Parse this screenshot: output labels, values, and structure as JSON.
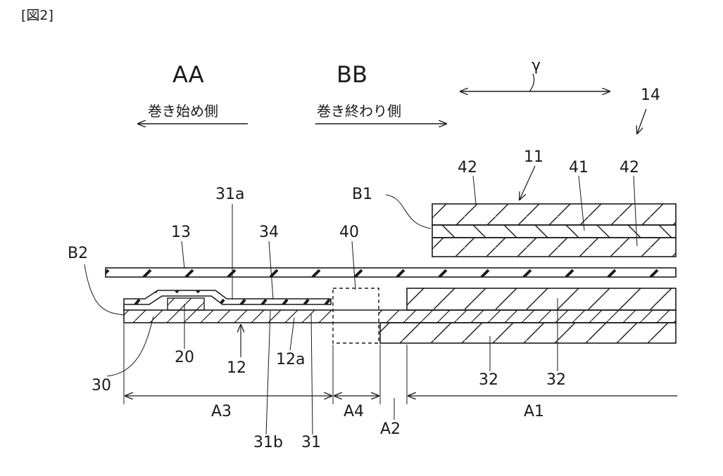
{
  "figure": {
    "caption": "[図2]"
  },
  "direction": {
    "aa": {
      "code": "AA",
      "text": "巻き始め側"
    },
    "bb": {
      "code": "BB",
      "text": "巻き終わり側"
    },
    "gamma": "γ"
  },
  "labels": {
    "n14": "14",
    "n11": "11",
    "n42_left": "42",
    "n41": "41",
    "n42_right": "42",
    "b1": "B1",
    "b2": "B2",
    "n13": "13",
    "n31a": "31a",
    "n34": "34",
    "n40": "40",
    "n30": "30",
    "n20": "20",
    "n12": "12",
    "n12a": "12a",
    "n32_left": "32",
    "n32_right": "32",
    "n31b": "31b",
    "n31": "31",
    "a1": "A1",
    "a2": "A2",
    "a3": "A3",
    "a4": "A4"
  },
  "colors": {
    "line": "#1a1a1a",
    "background": "#ffffff"
  }
}
